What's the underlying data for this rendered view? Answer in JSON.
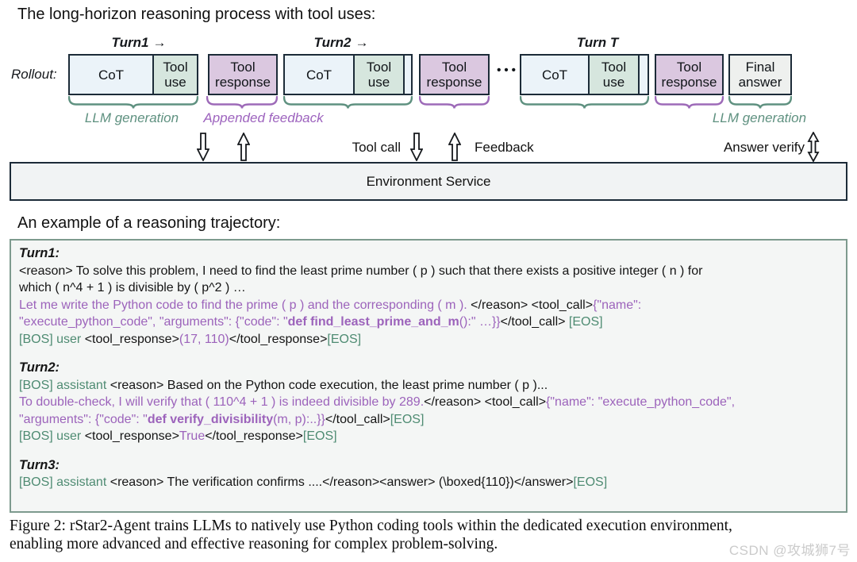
{
  "title": "The long-horizon reasoning process with tool uses:",
  "diagram": {
    "rollout_label": "Rollout:",
    "turn_labels": {
      "turn1": "Turn1",
      "turn2": "Turn2",
      "turnT": "Turn T",
      "arrow": "→"
    },
    "boxes": {
      "cot": "CoT",
      "tool_use": "Tool use",
      "tool_response": "Tool response",
      "final_answer": "Final answer",
      "dots": "•••"
    },
    "annotations": {
      "llm_generation_left": "LLM generation",
      "appended_feedback": "Appended feedback",
      "llm_generation_right": "LLM generation"
    },
    "arrow_labels": {
      "tool_call": "Tool call",
      "feedback": "Feedback",
      "answer_verify": "Answer verify"
    },
    "environment_service": "Environment Service"
  },
  "example_heading": "An example of a reasoning trajectory:",
  "trajectory": {
    "turns": [
      {
        "heading": "Turn1:",
        "lines": [
          [
            {
              "t": "<reason> To solve this problem, I need to find the least prime number ( p ) such that there exists a positive integer ( n ) for",
              "c": "k"
            }
          ],
          [
            {
              "t": "which ( n^4 + 1 ) is divisible by ( p^2 ) …",
              "c": "k"
            }
          ],
          [
            {
              "t": "Let me write the Python code to find the prime ( p ) and the corresponding ( m ). ",
              "c": "p"
            },
            {
              "t": "</reason> <tool_call>",
              "c": "k"
            },
            {
              "t": "{\"name\":",
              "c": "p"
            }
          ],
          [
            {
              "t": "\"execute_python_code\", \"arguments\": {\"code\": \"",
              "c": "p"
            },
            {
              "t": "def find_least_prime_and_m",
              "c": "p",
              "b": true
            },
            {
              "t": "():\" …}}",
              "c": "p"
            },
            {
              "t": "</tool_call> ",
              "c": "k"
            },
            {
              "t": "[EOS]",
              "c": "g"
            }
          ],
          [
            {
              "t": "[BOS] user ",
              "c": "g"
            },
            {
              "t": "<tool_response>",
              "c": "k"
            },
            {
              "t": "(17, 110)",
              "c": "p"
            },
            {
              "t": "</tool_response>",
              "c": "k"
            },
            {
              "t": "[EOS]",
              "c": "g"
            }
          ]
        ]
      },
      {
        "heading": "Turn2:",
        "lines": [
          [
            {
              "t": "[BOS] assistant ",
              "c": "g"
            },
            {
              "t": "<reason> Based on the Python code execution, the least prime number ( p )...",
              "c": "k"
            }
          ],
          [
            {
              "t": "To double-check, I will verify that ( 110^4 + 1 ) is indeed divisible by 289.",
              "c": "p"
            },
            {
              "t": "</reason> <tool_call>",
              "c": "k"
            },
            {
              "t": "{\"name\": \"execute_python_code\",",
              "c": "p"
            }
          ],
          [
            {
              "t": "\"arguments\": {\"code\": \"",
              "c": "p"
            },
            {
              "t": "def verify_divisibility",
              "c": "p",
              "b": true
            },
            {
              "t": "(m, p):..}}",
              "c": "p"
            },
            {
              "t": "</tool_call>",
              "c": "k"
            },
            {
              "t": "[EOS]",
              "c": "g"
            }
          ],
          [
            {
              "t": "[BOS] user ",
              "c": "g"
            },
            {
              "t": "<tool_response>",
              "c": "k"
            },
            {
              "t": "True",
              "c": "p"
            },
            {
              "t": "</tool_response>",
              "c": "k"
            },
            {
              "t": "[EOS]",
              "c": "g"
            }
          ]
        ]
      },
      {
        "heading": "Turn3:",
        "lines": [
          [
            {
              "t": "[BOS] assistant ",
              "c": "g"
            },
            {
              "t": "<reason> The verification confirms ....</reason><answer> (\\boxed{110})</answer>",
              "c": "k"
            },
            {
              "t": "[EOS]",
              "c": "g"
            }
          ]
        ]
      }
    ]
  },
  "caption": {
    "line1": "Figure 2: rStar2-Agent trains LLMs to natively use Python coding tools within the dedicated execution environment,",
    "line2": "enabling more advanced and effective reasoning for complex problem-solving."
  },
  "watermark": "CSDN @攻城狮7号",
  "colors": {
    "token_green": "#4e8b72",
    "code_purple": "#9c63bb",
    "brace_green": "#5f9180",
    "brace_purple": "#9d6ab8",
    "box_border": "#1c2b38",
    "cot_fill": "#ebf3f9",
    "tool_use_fill": "#d6e6de",
    "tool_response_fill": "#dbc8e0",
    "final_answer_fill": "#eef0ee",
    "env_fill": "#f1f3f4",
    "trajectory_border": "#7d9a8e",
    "trajectory_fill": "#f4f6f5",
    "watermark_gray": "#cbcbcb"
  }
}
